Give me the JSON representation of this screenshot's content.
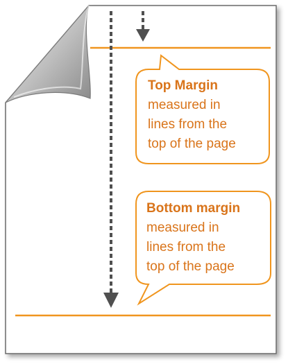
{
  "callouts": {
    "top": {
      "heading": "Top Margin",
      "lines": [
        "measured in",
        "lines from the",
        "top of the page"
      ]
    },
    "bottom": {
      "heading": "Bottom margin",
      "lines": [
        "measured in",
        "lines from the",
        "top of the page"
      ]
    }
  },
  "colors": {
    "accent": "#f0951e",
    "text": "#d9741a",
    "arrow": "#505050",
    "page_border": "#6b6b6b"
  },
  "icons": {
    "page": "page-with-curled-corner",
    "arrows": "dashed-down-arrow"
  }
}
